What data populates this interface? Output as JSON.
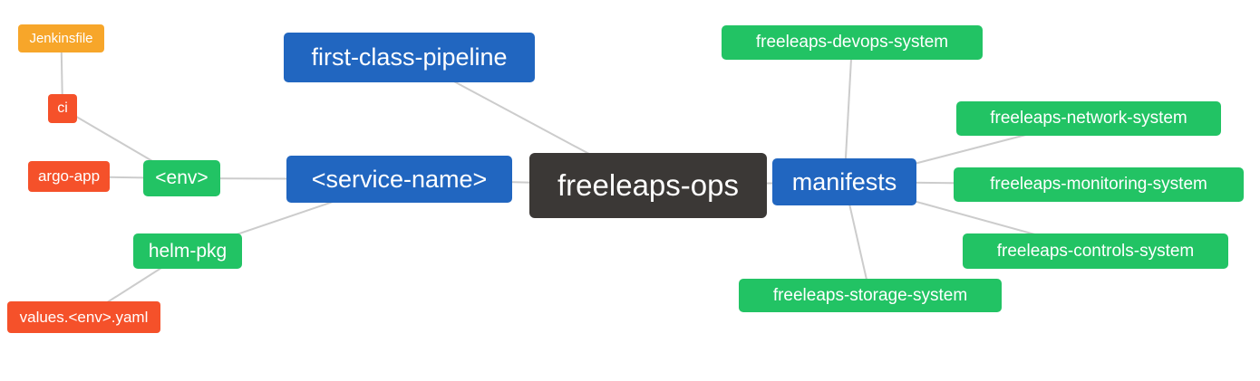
{
  "diagram": {
    "type": "mindmap",
    "root_label": "freeleaps-ops",
    "palette": {
      "root": "#3B3836",
      "branch": "#2166C0",
      "leaf": "#22C364",
      "file_red": "#F5512A",
      "file_orange": "#F7A62A",
      "connector": "#CCCCCC",
      "text": "#FFFFFF",
      "background": "#FFFFFF"
    },
    "nodes": [
      {
        "id": "jenkinsfile",
        "label": "Jenkinsfile",
        "role": "file_orange"
      },
      {
        "id": "ci",
        "label": "ci",
        "role": "file_red"
      },
      {
        "id": "argo-app",
        "label": "argo-app",
        "role": "file_red"
      },
      {
        "id": "env",
        "label": "<env>",
        "role": "leaf"
      },
      {
        "id": "helm-pkg",
        "label": "helm-pkg",
        "role": "leaf"
      },
      {
        "id": "values-env-yaml",
        "label": "values.<env>.yaml",
        "role": "file_red"
      },
      {
        "id": "first-class-pipeline",
        "label": "first-class-pipeline",
        "role": "branch"
      },
      {
        "id": "service-name",
        "label": "<service-name>",
        "role": "branch"
      },
      {
        "id": "freeleaps-ops",
        "label": "freeleaps-ops",
        "role": "root"
      },
      {
        "id": "manifests",
        "label": "manifests",
        "role": "branch"
      },
      {
        "id": "devops-system",
        "label": "freeleaps-devops-system",
        "role": "leaf"
      },
      {
        "id": "network-system",
        "label": "freeleaps-network-system",
        "role": "leaf"
      },
      {
        "id": "monitoring-system",
        "label": "freeleaps-monitoring-system",
        "role": "leaf"
      },
      {
        "id": "controls-system",
        "label": "freeleaps-controls-system",
        "role": "leaf"
      },
      {
        "id": "storage-system",
        "label": "freeleaps-storage-system",
        "role": "leaf"
      }
    ],
    "edges": [
      {
        "from": "jenkinsfile",
        "to": "ci"
      },
      {
        "from": "ci",
        "to": "env"
      },
      {
        "from": "argo-app",
        "to": "env"
      },
      {
        "from": "env",
        "to": "service-name"
      },
      {
        "from": "helm-pkg",
        "to": "service-name"
      },
      {
        "from": "values-env-yaml",
        "to": "helm-pkg"
      },
      {
        "from": "first-class-pipeline",
        "to": "freeleaps-ops"
      },
      {
        "from": "service-name",
        "to": "freeleaps-ops"
      },
      {
        "from": "freeleaps-ops",
        "to": "manifests"
      },
      {
        "from": "manifests",
        "to": "devops-system"
      },
      {
        "from": "manifests",
        "to": "network-system"
      },
      {
        "from": "manifests",
        "to": "monitoring-system"
      },
      {
        "from": "manifests",
        "to": "controls-system"
      },
      {
        "from": "manifests",
        "to": "storage-system"
      }
    ]
  }
}
